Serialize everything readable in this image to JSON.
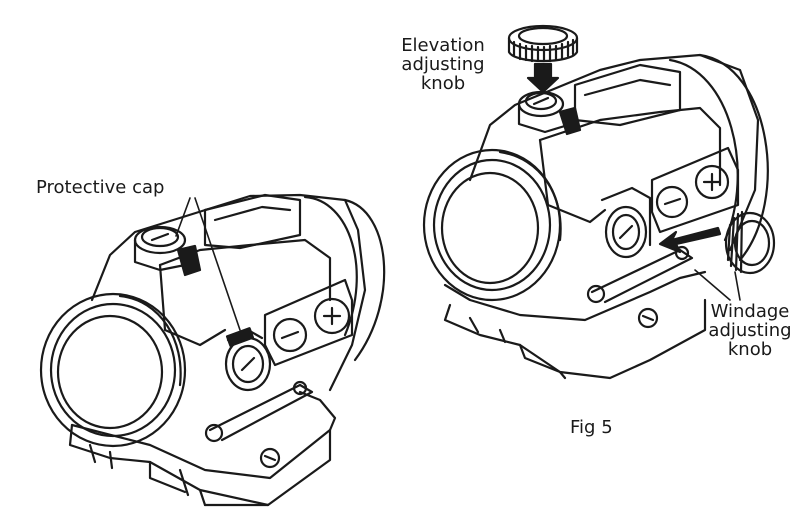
{
  "labels": {
    "protective_cap": "Protective cap",
    "elevation_line1": "Elevation",
    "elevation_line2": "adjusting",
    "elevation_line3": "knob",
    "windage_line1": "Windage",
    "windage_line2": "adjusting",
    "windage_line3": "knob",
    "figure": "Fig 5"
  },
  "style": {
    "ink": "#1a1a1a",
    "background": "#ffffff"
  }
}
